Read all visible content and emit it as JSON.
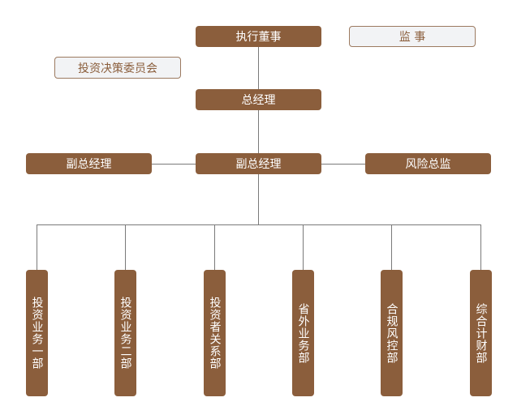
{
  "nodes": {
    "executive_director": "执行董事",
    "supervisor": "监 事",
    "investment_committee": "投资决策委员会",
    "general_manager": "总经理",
    "deputy_gm_left": "副总经理",
    "deputy_gm_center": "副总经理",
    "risk_director": "风险总监"
  },
  "departments": [
    "投资业务一部",
    "投资业务二部",
    "投资者关系部",
    "省外业务部",
    "合规风控部",
    "综合计财部"
  ],
  "colors": {
    "box": "#8b5e3c",
    "light_box": "#f2f3f5",
    "line": "#7a7a7a"
  }
}
